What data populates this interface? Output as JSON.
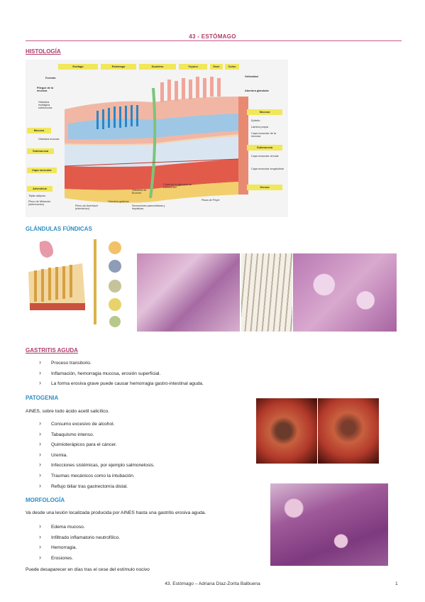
{
  "header": {
    "title": "43 - ESTÓMAGO"
  },
  "histologia": {
    "heading": "HISTOLOGÍA",
    "regions": [
      "Esófago",
      "Estómago",
      "Duodeno",
      "Yeyuno",
      "Íleon",
      "Colon"
    ],
    "left_labels": [
      "Foveola",
      "Pliegue de la mucosa",
      "Glándula esofágica submucosa",
      "Mucosa",
      "Glándula mucosa",
      "Submucosa",
      "Capa muscular",
      "Adventicia",
      "Tejido adiposo",
      "Plexo de Meissner (submucoso)"
    ],
    "right_labels": [
      "Vellosidad",
      "Abertura glandular",
      "Mucosa",
      "Epitelio",
      "Lámina propia",
      "Capa muscular de la mucosa",
      "Submucosa",
      "Capa muscular circular",
      "Capa muscular longitudinal",
      "Serosa"
    ],
    "bottom_labels": [
      "Plexo de Auerbach (mientérico)",
      "Glándula gástrica",
      "Glándula de Brunner",
      "Secreciones pancreáticas y hepáticas",
      "Cripta de la glándula de Lieberkühn",
      "Placa de Peyer"
    ]
  },
  "glandulas": {
    "heading": "GLÁNDULAS FÚNDICAS"
  },
  "gastritis": {
    "heading": "GASTRITIS AGUDA",
    "items": [
      "Proceso transitorio.",
      "Inflamación, hemorragia mucosa, erosión superficial.",
      "La forma erosiva grave puede causar hemorragia gastro-intestinal aguda."
    ]
  },
  "patogenia": {
    "heading": "PATOGENIA",
    "intro": "AINES, sobre todo ácido acetil salicílico.",
    "items": [
      "Consumo excesivo de alcohol.",
      "Tabaquismo intenso.",
      "Quimioterápicos para el cáncer.",
      "Uremia.",
      "Infecciones sistémicas, por ejemplo salmonelosis.",
      "Traumas mecánicos como la intubación.",
      "Reflujo biliar tras gastrectomía distal."
    ]
  },
  "morfologia": {
    "heading": "MORFOLOGÍA",
    "intro": "Va desde una lesión localizada producida por AINES hasta una gastritis erosiva aguda.",
    "items": [
      "Edema mucoso.",
      "Infiltrado inflamatorio neutrofílico.",
      "Hemorragia.",
      "Erosiones."
    ],
    "closing": "Puede desaparecer en días tras el cese del estímulo nocivo"
  },
  "footer": {
    "text": "43. Estómago – Adriana Díaz-Zorita Balbuena",
    "page": "1"
  },
  "colors": {
    "accent": "#b03a6a",
    "subheading": "#2f8fc4",
    "label_box": "#f1e75a"
  }
}
